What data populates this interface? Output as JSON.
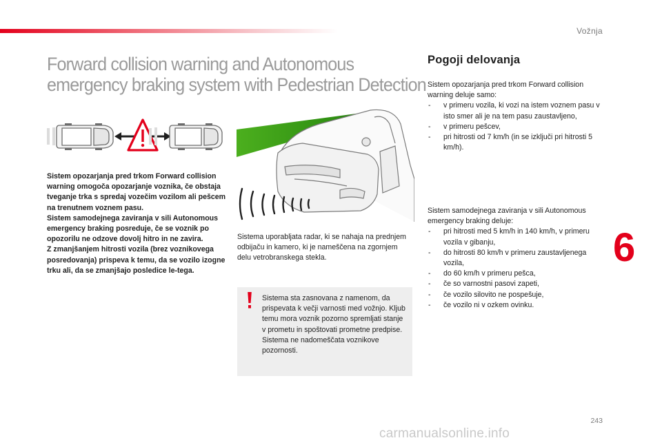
{
  "header": {
    "section": "Vožnja",
    "accent_color": "#e3001b"
  },
  "title": {
    "line1": "Forward collision warning and Autonomous",
    "line2": "emergency braking system with Pedestrian Detection"
  },
  "left_paragraphs": [
    "Sistem opozarjanja pred trkom Forward collision warning omogoča opozarjanje voznika, če obstaja tveganje trka s spredaj vozečim vozilom ali pešcem na trenutnem voznem pasu.",
    "Sistem samodejnega zaviranja v sili Autonomous emergency braking posreduje, če se voznik po opozorilu ne odzove dovolj hitro in ne zavira.",
    "Z zmanjšanjem hitrosti vozila (brez voznikovega posredovanja) prispeva k temu, da se vozilo izogne trku ali, da se zmanjšajo posledice le-tega."
  ],
  "middle_paragraph": "Sistema uporabljata radar, ki se nahaja na prednjem odbijaču in kamero, ki je nameščena na zgornjem delu vetrobranskega stekla.",
  "warning": {
    "icon": "exclamation-icon",
    "paragraphs": [
      "Sistema sta zasnovana z namenom, da prispevata k večji varnosti med vožnjo. Kljub temu mora voznik pozorno spremljati stanje v prometu in spoštovati prometne predpise.",
      "Sistema ne nadomeščata voznikove pozornosti."
    ]
  },
  "right": {
    "heading": "Pogoji delovanja",
    "fcw_intro": "Sistem opozarjanja pred trkom Forward collision warning deluje samo:",
    "fcw_items": [
      "v primeru vozila, ki vozi na istem voznem pasu v isto smer ali je na tem pasu zaustavljeno,",
      "v primeru pešcev,",
      "pri hitrosti od 7 km/h (in se izključi pri hitrosti 5 km/h)."
    ],
    "aeb_intro": "Sistem samodejnega zaviranja v sili Autonomous emergency braking deluje:",
    "aeb_items": [
      "pri hitrosti med 5 km/h in 140 km/h, v primeru vozila v gibanju,",
      "do hitrosti 80 km/h v primeru zaustavljenega vozila,",
      "do 60 km/h v primeru pešca,",
      "če so varnostni pasovi zapeti,",
      "če vozilo silovito ne pospešuje,",
      "če vozilo ni v ozkem ovinku."
    ]
  },
  "chapter_number": "6",
  "page_number": "243",
  "watermark": "carmanualsonline.info"
}
